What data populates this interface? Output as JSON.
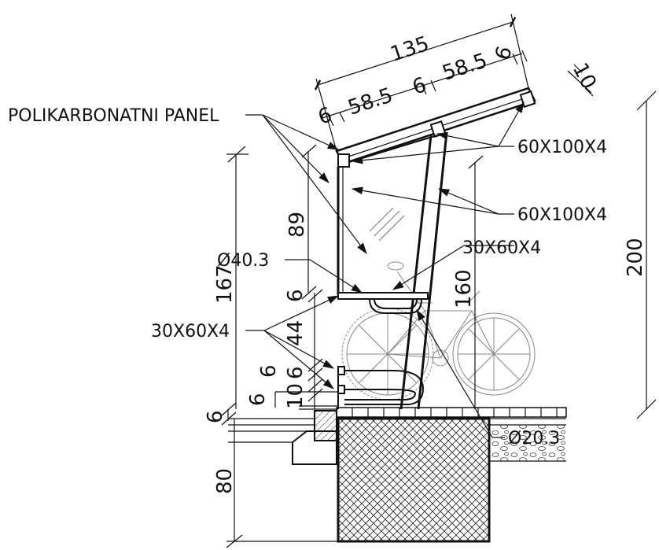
{
  "labels": {
    "panel": "POLIKARBONATNI PANEL",
    "profile_roof": "60X100X4",
    "profile_column": "60X100X4",
    "profile_rack_top": "30X60X4",
    "profile_rack_side": "30X60X4",
    "pipe_rack": "Ø40.3",
    "pipe_base": "Ø20.3"
  },
  "dimensions": {
    "roof_total": "135",
    "roof_seg_a": "58.5",
    "roof_seg_b": "58.5",
    "roof_mid": "6",
    "roof_end_left": "6",
    "roof_end_right": "6",
    "roof_thickness": "10",
    "total_height": "200",
    "wall_height": "167",
    "column_upper": "89",
    "column_lower": "160",
    "rack_gap_a": "6",
    "rack_gap_b": "44",
    "rack_gap_c": "6",
    "rack_gap_c2": "6",
    "rack_gap_d": "6",
    "rack_gap_e": "10",
    "base_top": "6",
    "foundation": "80"
  }
}
